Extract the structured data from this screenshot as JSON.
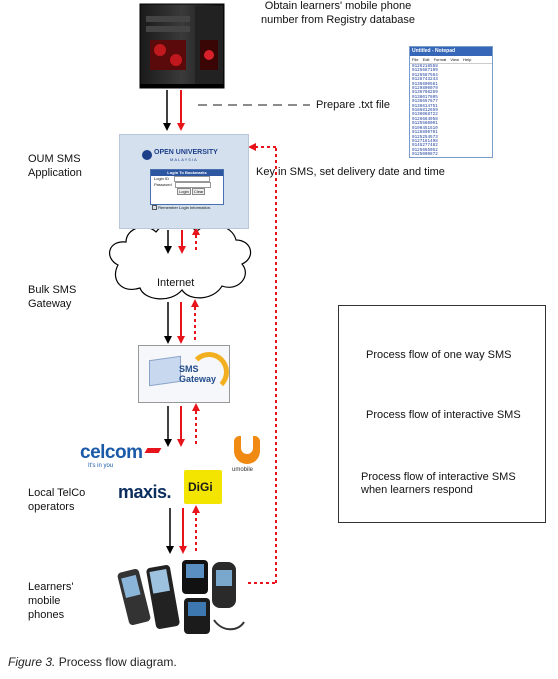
{
  "labels": {
    "top_note": "Obtain learners' mobile phone number from Registry database",
    "prepare": "Prepare .txt file",
    "oum_app": "OUM SMS Application",
    "key_in": "Key in SMS, set delivery date and time",
    "bulk_gateway": "Bulk SMS Gateway",
    "internet": "Internet",
    "telco": "Local TelCo operators",
    "learners_phones": "Learners' mobile phones"
  },
  "notepad": {
    "title": "Untitled - Notepad",
    "menu": [
      "File",
      "Edit",
      "Format",
      "View",
      "Help"
    ],
    "numbers": [
      "0126218558",
      "0125687199",
      "0126587564",
      "0128743243",
      "0136600561",
      "0129800079",
      "0136708269",
      "0138017805",
      "0136657677",
      "0136614751",
      "0186812659",
      "0136068722",
      "0126684958",
      "0125560001",
      "0190451510",
      "0126890701",
      "0125254573",
      "0127161498",
      "0145277482",
      "0125665052",
      "0125000872"
    ]
  },
  "login_widget": {
    "logo_text": "OPEN UNIVERSITY",
    "logo_sub": "MALAYSIA",
    "panel_title": "Login To Bookmarks",
    "login_id_label": "Login ID",
    "password_label": "Password",
    "login_button": "Login",
    "clear_button": "Clear",
    "remember": "Remember Login Information."
  },
  "sms_gateway": {
    "line1": "SMS",
    "line2": "Gateway"
  },
  "telcos": {
    "celcom": "celcom",
    "celcom_tag": "It's in you",
    "maxis": "maxis.",
    "digi": "DiGi",
    "umobile": "umobile"
  },
  "legend": {
    "one_way": "Process flow of one way SMS",
    "interactive": "Process flow of interactive SMS",
    "respond": "Process flow of interactive SMS when  learners respond"
  },
  "caption": {
    "figure": "Figure 3.",
    "text": " Process flow diagram."
  },
  "colors": {
    "black_arrow": "#000000",
    "red_arrow": "#e8141c",
    "dotted_arrow": "#e8141c",
    "dashed_line": "#666666"
  }
}
